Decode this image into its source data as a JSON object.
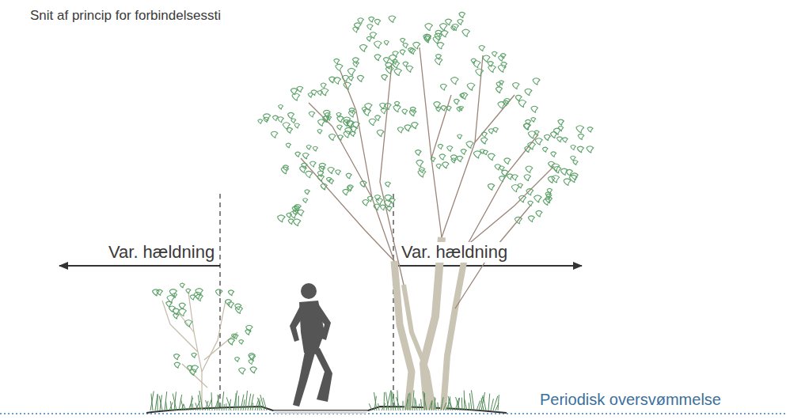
{
  "diagram": {
    "title": "Snit af princip for forbindelsessti",
    "labels": [
      "Var. hældning",
      "Var. hældning",
      "Periodisk oversvømmelse"
    ]
  }
}
